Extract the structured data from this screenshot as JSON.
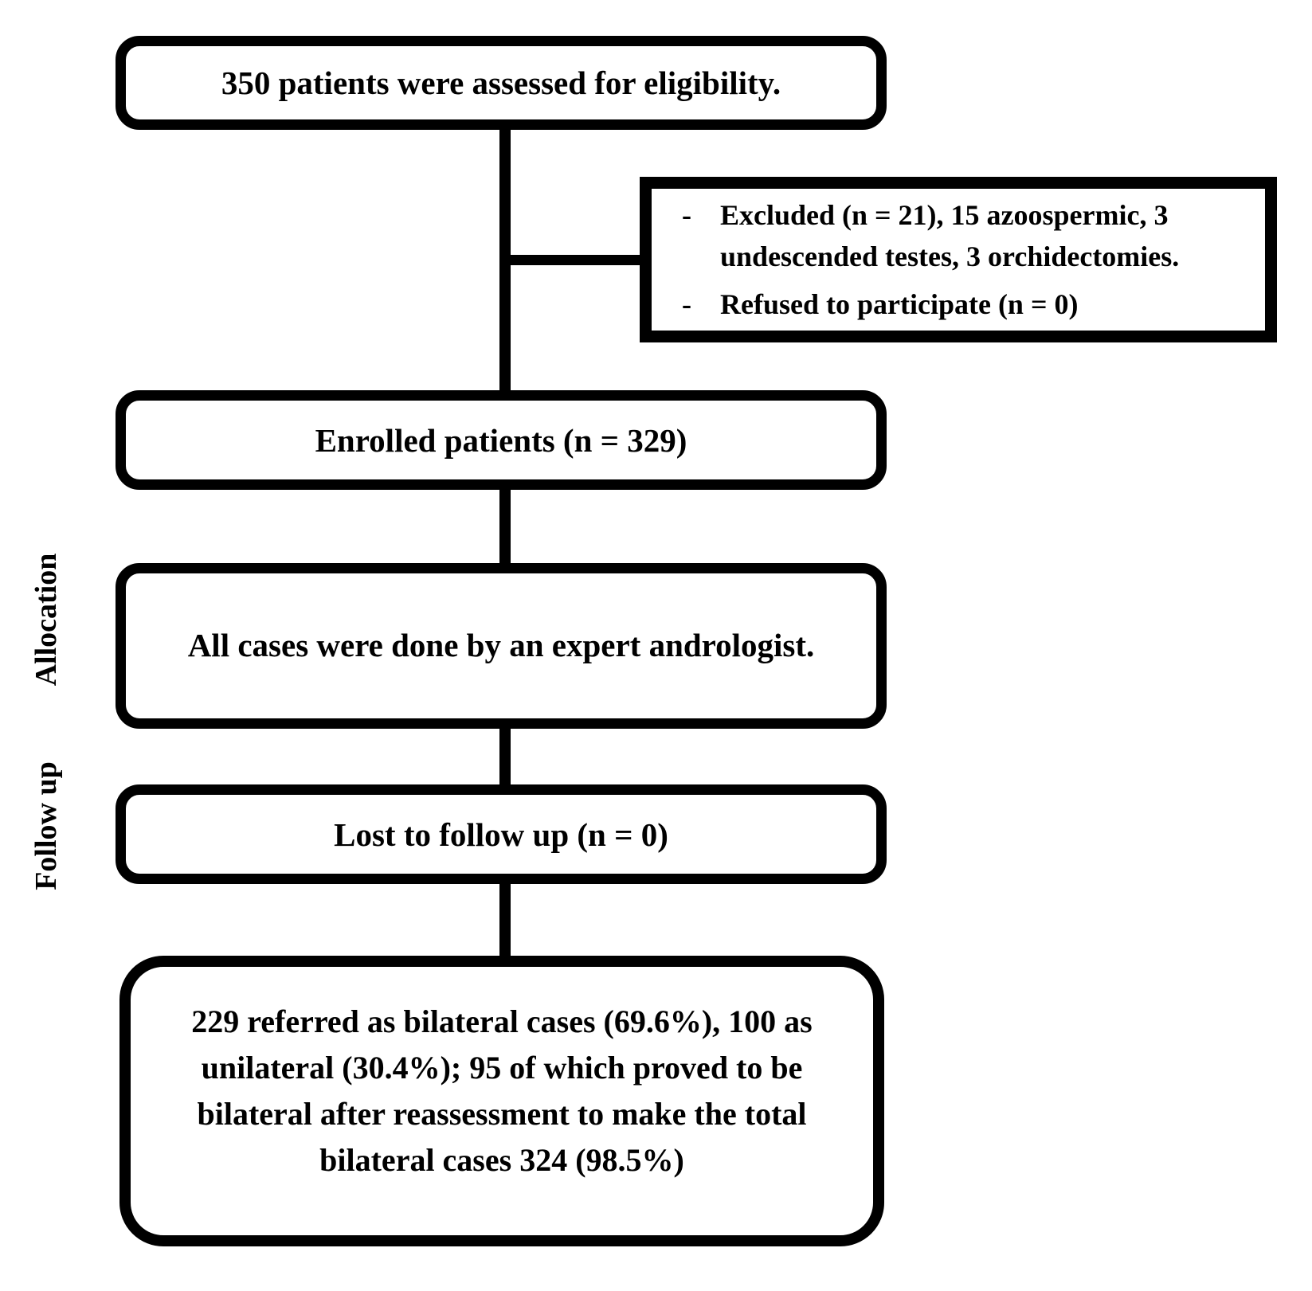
{
  "page": {
    "background_color": "#ffffff",
    "line_color": "#000000"
  },
  "flow": {
    "assessed": {
      "text": "350 patients were assessed for eligibility."
    },
    "excluded": {
      "bullet": "-",
      "items": [
        "Excluded (n = 21), 15 azoospermic, 3 undescended testes, 3 orchidectomies.",
        "Refused to participate (n = 0)"
      ]
    },
    "enrolled": {
      "text": "Enrolled patients (n = 329)"
    },
    "allocation": {
      "text": "All cases were done by an expert andrologist."
    },
    "followup": {
      "text": "Lost to follow up (n = 0)"
    },
    "outcome": {
      "text": "229 referred as bilateral cases (69.6%), 100 as unilateral (30.4%); 95 of which proved to be bilateral after reassessment to make the total bilateral cases 324 (98.5%)"
    }
  },
  "side_labels": {
    "allocation": "Allocation",
    "followup": "Follow up"
  }
}
